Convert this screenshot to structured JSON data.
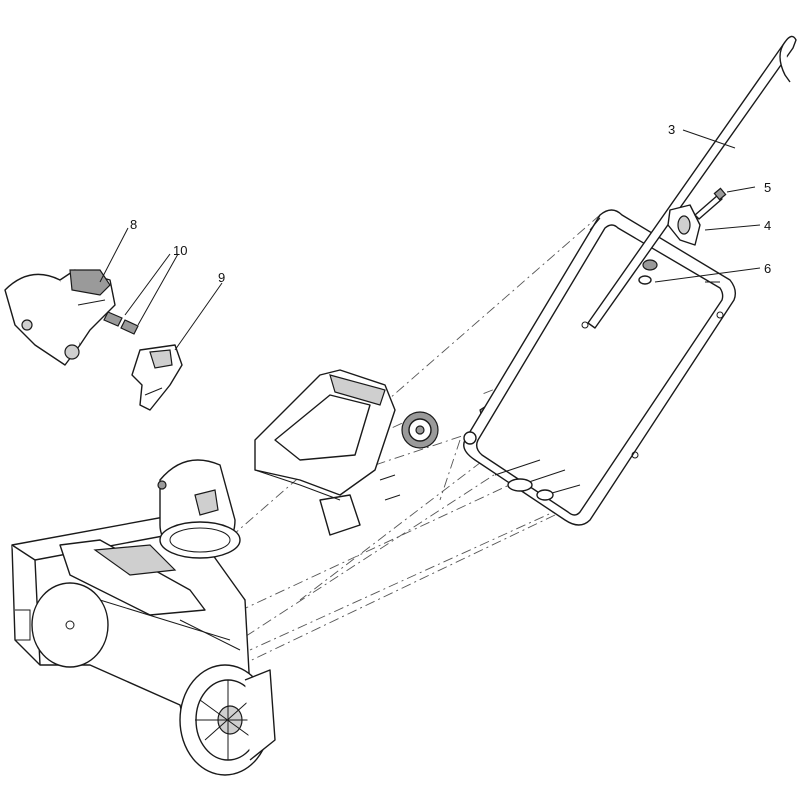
{
  "callouts": [
    {
      "id": "part-3",
      "label": "3"
    },
    {
      "id": "part-4",
      "label": "4"
    },
    {
      "id": "part-5",
      "label": "5"
    },
    {
      "id": "part-6",
      "label": "6"
    },
    {
      "id": "part-8",
      "label": "8"
    },
    {
      "id": "part-9",
      "label": "9"
    },
    {
      "id": "part-10",
      "label": "10"
    }
  ]
}
